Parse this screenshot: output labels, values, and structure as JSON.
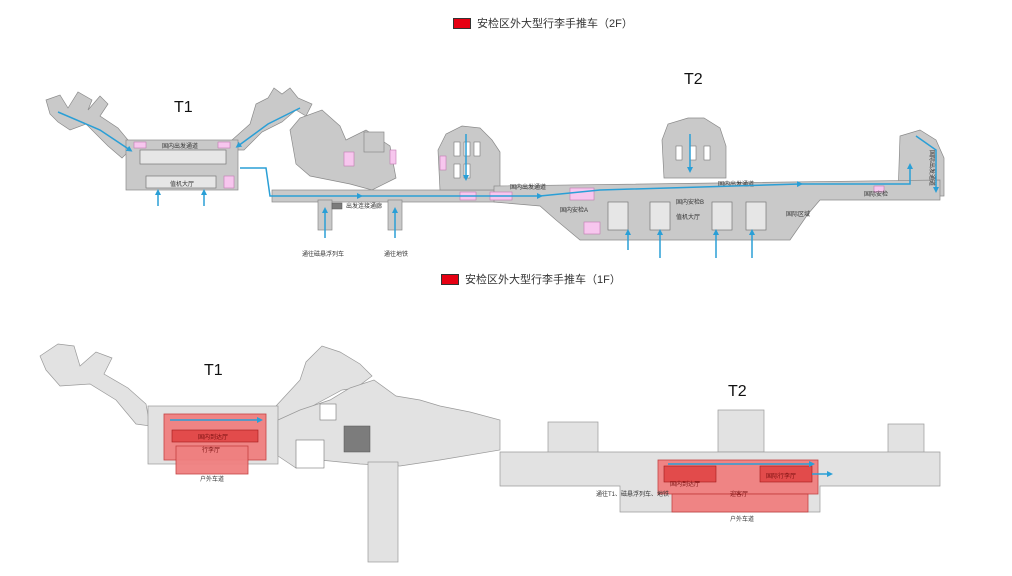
{
  "legend": {
    "floor_2f": "安检区外大型行李手推车（2F）",
    "floor_1f": "安检区外大型行李手推车（1F）",
    "color": "#e60012"
  },
  "map_2f": {
    "t1_label": "T1",
    "t2_label": "T2",
    "labels": {
      "t1_domestic_departure": "国内出发通道",
      "t1_checkin_hall": "值机大厅",
      "departure_connector": "出发连接通廊",
      "to_train": "通往磁悬浮列车",
      "to_metro": "通往地铁",
      "t2_domestic_departure_corridor": "国内出发通道",
      "t2_domestic_security_a": "国内安检A",
      "t2_domestic_security_b": "国内安检B",
      "t2_checkin_hall": "值机大厅",
      "t2_domestic_departure_right": "国内出发通道",
      "t2_intl_zone": "国际区域",
      "t2_intl_security": "国际安检",
      "t2_intl_departure_corridor": "国际出发通道"
    },
    "colors": {
      "flow": "#2a9fd6",
      "shop": "#f7c6ee"
    }
  },
  "map_1f": {
    "t1_label": "T1",
    "t2_label": "T2",
    "labels": {
      "t1_arrival_hall": "国内到达厅",
      "t1_baggage": "行李厅",
      "t1_curb": "户外车道",
      "t2_arrival_hall": "国内到达厅",
      "t2_baggage": "国际行李厅",
      "t2_welcome": "迎客厅",
      "t2_curb": "户外车道",
      "t2_to_transit": "通往T1、磁悬浮列车、地铁"
    },
    "colors": {
      "zone": "#f08080"
    }
  }
}
